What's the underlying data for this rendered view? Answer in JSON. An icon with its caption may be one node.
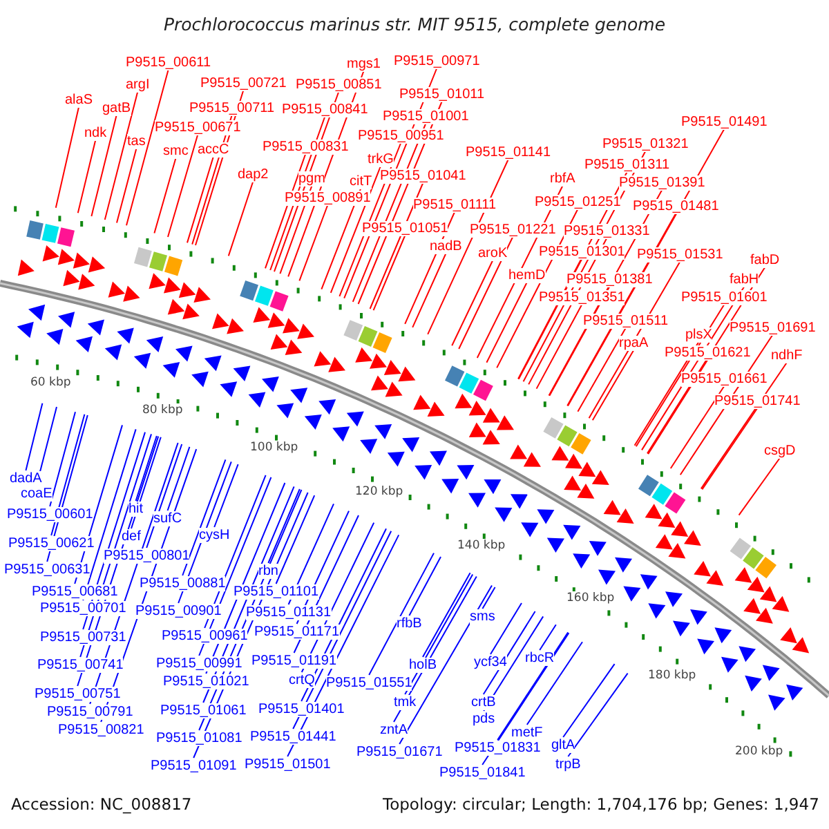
{
  "diagram": {
    "title": "Prochlorococcus marinus str. MIT 9515, complete genome",
    "nodes": [
      {
        "text": [
          "alaS"
        ]
      },
      {
        "text": [
          "P9515_00611"
        ]
      },
      {
        "text": [
          "argI"
        ]
      },
      {
        "text": [
          "gatB"
        ]
      },
      {
        "text": [
          "ndk"
        ]
      },
      {
        "text": [
          "tas"
        ]
      },
      {
        "text": [
          "P9515_00671"
        ]
      },
      {
        "text": [
          "smc"
        ]
      },
      {
        "text": [
          "accC"
        ]
      },
      {
        "text": [
          "P9515_00721"
        ]
      },
      {
        "text": [
          "P9515_00711"
        ]
      },
      {
        "text": [
          "dap2"
        ]
      },
      {
        "text": [
          "P9515_00831"
        ]
      },
      {
        "text": [
          "P9515_00841"
        ]
      },
      {
        "text": [
          "P9515_00851"
        ]
      },
      {
        "text": [
          "mgs1"
        ]
      },
      {
        "text": [
          "pgm"
        ]
      },
      {
        "text": [
          "P9515_00891"
        ]
      },
      {
        "text": [
          "citT"
        ]
      },
      {
        "text": [
          "trkG"
        ]
      },
      {
        "text": [
          "P9515_00971"
        ]
      },
      {
        "text": [
          "P9515_01011"
        ]
      },
      {
        "text": [
          "P9515_01001"
        ]
      },
      {
        "text": [
          "P9515_00951"
        ]
      },
      {
        "text": [
          "P9515_01041"
        ]
      },
      {
        "text": [
          "P9515_01141"
        ]
      },
      {
        "text": [
          "P9515_01111"
        ]
      },
      {
        "text": [
          "P9515_01051"
        ]
      },
      {
        "text": [
          "nadB"
        ]
      },
      {
        "text": [
          "P9515_01221"
        ]
      },
      {
        "text": [
          "aroK"
        ]
      },
      {
        "text": [
          "rbfA"
        ]
      },
      {
        "text": [
          "P9515_01251"
        ]
      },
      {
        "text": [
          "P9515_01321"
        ]
      },
      {
        "text": [
          "P9515_01311"
        ]
      },
      {
        "text": [
          "P9515_01391"
        ]
      },
      {
        "text": [
          "P9515_01481"
        ]
      },
      {
        "text": [
          "P9515_01491"
        ]
      },
      {
        "text": [
          "P9515_01331"
        ]
      },
      {
        "text": [
          "P9515_01301"
        ]
      },
      {
        "text": [
          "hemD"
        ]
      },
      {
        "text": [
          "P9515_01381"
        ]
      },
      {
        "text": [
          "P9515_01531"
        ]
      },
      {
        "text": [
          "P9515_01351"
        ]
      },
      {
        "text": [
          "fabD"
        ]
      },
      {
        "text": [
          "fabH"
        ]
      },
      {
        "text": [
          "P9515_01601"
        ]
      },
      {
        "text": [
          "P9515_01511"
        ]
      },
      {
        "text": [
          "rpaA"
        ]
      },
      {
        "text": [
          "plsX"
        ]
      },
      {
        "text": [
          "P9515_01691"
        ]
      },
      {
        "text": [
          "P9515_01621"
        ]
      },
      {
        "text": [
          "ndhF"
        ]
      },
      {
        "text": [
          "P9515_01661"
        ]
      },
      {
        "text": [
          "P9515_01741"
        ]
      },
      {
        "text": [
          "csgD"
        ]
      },
      {
        "text": [
          "dadA"
        ]
      },
      {
        "text": [
          "coaE"
        ]
      },
      {
        "text": [
          "P9515_00601"
        ]
      },
      {
        "text": [
          "hit"
        ]
      },
      {
        "text": [
          "sufC"
        ]
      },
      {
        "text": [
          "def"
        ]
      },
      {
        "text": [
          "cysH"
        ]
      },
      {
        "text": [
          "P9515_00621"
        ]
      },
      {
        "text": [
          "P9515_00801"
        ]
      },
      {
        "text": [
          "P9515_00631"
        ]
      },
      {
        "text": [
          "rbn"
        ]
      },
      {
        "text": [
          "P9515_00881"
        ]
      },
      {
        "text": [
          "P9515_01101"
        ]
      },
      {
        "text": [
          "P9515_00681"
        ]
      },
      {
        "text": [
          "P9515_00701"
        ]
      },
      {
        "text": [
          "P9515_00901"
        ]
      },
      {
        "text": [
          "P9515_01131"
        ]
      },
      {
        "text": [
          "sms"
        ]
      },
      {
        "text": [
          "rfbB"
        ]
      },
      {
        "text": [
          "P9515_01171"
        ]
      },
      {
        "text": [
          "P9515_00961"
        ]
      },
      {
        "text": [
          "P9515_00731"
        ]
      },
      {
        "text": [
          "rbcR"
        ]
      },
      {
        "text": [
          "P9515_01191"
        ]
      },
      {
        "text": [
          "ycf34"
        ]
      },
      {
        "text": [
          "P9515_00991"
        ]
      },
      {
        "text": [
          "holB"
        ]
      },
      {
        "text": [
          "P9515_00741"
        ]
      },
      {
        "text": [
          "crtQ"
        ]
      },
      {
        "text": [
          "P9515_01021"
        ]
      },
      {
        "text": [
          "P9515_01551"
        ]
      },
      {
        "text": [
          "P9515_00751"
        ]
      },
      {
        "text": [
          "tmk"
        ]
      },
      {
        "text": [
          "crtB"
        ]
      },
      {
        "text": [
          "P9515_01401"
        ]
      },
      {
        "text": [
          "P9515_01061"
        ]
      },
      {
        "text": [
          "P9515_00791"
        ]
      },
      {
        "text": [
          "pds"
        ]
      },
      {
        "text": [
          "zntA"
        ]
      },
      {
        "text": [
          "P9515_00821"
        ]
      },
      {
        "text": [
          "metF"
        ]
      },
      {
        "text": [
          "P9515_01441"
        ]
      },
      {
        "text": [
          "P9515_01081"
        ]
      },
      {
        "text": [
          "gltA"
        ]
      },
      {
        "text": [
          "P9515_01831"
        ]
      },
      {
        "text": [
          "P9515_01671"
        ]
      },
      {
        "text": [
          "P9515_01501"
        ]
      },
      {
        "text": [
          "P9515_01091"
        ]
      },
      {
        "text": [
          "trpB"
        ]
      },
      {
        "text": [
          "P9515_01841"
        ]
      }
    ],
    "edges": [
      {
        "from": 0,
        "to": null,
        "arrow": "none"
      },
      {
        "from": 1,
        "to": null,
        "arrow": "none"
      },
      {
        "from": 2,
        "to": null,
        "arrow": "none"
      },
      {
        "from": 3,
        "to": null,
        "arrow": "none"
      },
      {
        "from": 4,
        "to": null,
        "arrow": "none"
      },
      {
        "from": 5,
        "to": null,
        "arrow": "none"
      },
      {
        "from": 6,
        "to": null,
        "arrow": "none"
      },
      {
        "from": 7,
        "to": null,
        "arrow": "none"
      },
      {
        "from": 8,
        "to": null,
        "arrow": "none"
      },
      {
        "from": 9,
        "to": null,
        "arrow": "none"
      },
      {
        "from": 10,
        "to": null,
        "arrow": "none"
      },
      {
        "from": 11,
        "to": null,
        "arrow": "none"
      },
      {
        "from": 12,
        "to": null,
        "arrow": "none"
      },
      {
        "from": 13,
        "to": null,
        "arrow": "none"
      },
      {
        "from": 14,
        "to": null,
        "arrow": "none"
      },
      {
        "from": 15,
        "to": null,
        "arrow": "none"
      },
      {
        "from": 16,
        "to": null,
        "arrow": "none"
      },
      {
        "from": 17,
        "to": null,
        "arrow": "none"
      },
      {
        "from": 18,
        "to": null,
        "arrow": "none"
      },
      {
        "from": 19,
        "to": null,
        "arrow": "none"
      },
      {
        "from": 20,
        "to": null,
        "arrow": "none"
      },
      {
        "from": 21,
        "to": null,
        "arrow": "none"
      },
      {
        "from": 22,
        "to": null,
        "arrow": "none"
      },
      {
        "from": 23,
        "to": null,
        "arrow": "none"
      },
      {
        "from": 24,
        "to": null,
        "arrow": "none"
      },
      {
        "from": 25,
        "to": null,
        "arrow": "none"
      },
      {
        "from": 26,
        "to": null,
        "arrow": "none"
      },
      {
        "from": 27,
        "to": null,
        "arrow": "none"
      },
      {
        "from": 28,
        "to": null,
        "arrow": "none"
      },
      {
        "from": 29,
        "to": null,
        "arrow": "none"
      },
      {
        "from": 30,
        "to": null,
        "arrow": "none"
      },
      {
        "from": 31,
        "to": null,
        "arrow": "none"
      },
      {
        "from": 32,
        "to": null,
        "arrow": "none"
      },
      {
        "from": 33,
        "to": null,
        "arrow": "none"
      },
      {
        "from": 34,
        "to": null,
        "arrow": "none"
      },
      {
        "from": 35,
        "to": null,
        "arrow": "none"
      },
      {
        "from": 36,
        "to": null,
        "arrow": "none"
      },
      {
        "from": 37,
        "to": null,
        "arrow": "none"
      },
      {
        "from": 38,
        "to": null,
        "arrow": "none"
      },
      {
        "from": 39,
        "to": null,
        "arrow": "none"
      },
      {
        "from": 40,
        "to": null,
        "arrow": "none"
      },
      {
        "from": 41,
        "to": null,
        "arrow": "none"
      },
      {
        "from": 42,
        "to": null,
        "arrow": "none"
      },
      {
        "from": 43,
        "to": null,
        "arrow": "none"
      },
      {
        "from": 44,
        "to": null,
        "arrow": "none"
      },
      {
        "from": 45,
        "to": null,
        "arrow": "none"
      },
      {
        "from": 46,
        "to": null,
        "arrow": "none"
      },
      {
        "from": 47,
        "to": null,
        "arrow": "none"
      },
      {
        "from": 48,
        "to": null,
        "arrow": "none"
      },
      {
        "from": 49,
        "to": null,
        "arrow": "none"
      },
      {
        "from": 50,
        "to": null,
        "arrow": "none"
      },
      {
        "from": 51,
        "to": null,
        "arrow": "none"
      },
      {
        "from": 52,
        "to": null,
        "arrow": "none"
      },
      {
        "from": 53,
        "to": null,
        "arrow": "none"
      },
      {
        "from": 54,
        "to": null,
        "arrow": "none"
      },
      {
        "from": 55,
        "to": null,
        "arrow": "none"
      },
      {
        "from": 56,
        "to": null,
        "arrow": "none",
        "color": "#0000ff"
      },
      {
        "from": 57,
        "to": null,
        "arrow": "none",
        "color": "#0000ff"
      },
      {
        "from": 58,
        "to": null,
        "arrow": "none",
        "color": "#0000ff"
      },
      {
        "from": 59,
        "to": null,
        "arrow": "none",
        "color": "#0000ff"
      },
      {
        "from": 60,
        "to": null,
        "arrow": "none",
        "color": "#0000ff"
      },
      {
        "from": 61,
        "to": null,
        "arrow": "none",
        "color": "#0000ff"
      },
      {
        "from": 62,
        "to": null,
        "arrow": "none",
        "color": "#0000ff"
      },
      {
        "from": 63,
        "to": null,
        "arrow": "none",
        "color": "#0000ff"
      },
      {
        "from": 64,
        "to": null,
        "arrow": "none",
        "color": "#0000ff"
      },
      {
        "from": 65,
        "to": null,
        "arrow": "none",
        "color": "#0000ff"
      },
      {
        "from": 66,
        "to": null,
        "arrow": "none",
        "color": "#0000ff"
      },
      {
        "from": 67,
        "to": null,
        "arrow": "none",
        "color": "#0000ff"
      },
      {
        "from": 68,
        "to": null,
        "arrow": "none",
        "color": "#0000ff"
      },
      {
        "from": 69,
        "to": null,
        "arrow": "none",
        "color": "#0000ff"
      },
      {
        "from": 70,
        "to": null,
        "arrow": "none",
        "color": "#0000ff"
      },
      {
        "from": 71,
        "to": null,
        "arrow": "none",
        "color": "#0000ff"
      },
      {
        "from": 72,
        "to": null,
        "arrow": "none",
        "color": "#0000ff"
      },
      {
        "from": 73,
        "to": null,
        "arrow": "none",
        "color": "#0000ff"
      },
      {
        "from": 74,
        "to": null,
        "arrow": "none",
        "color": "#0000ff"
      },
      {
        "from": 75,
        "to": null,
        "arrow": "none",
        "color": "#0000ff"
      },
      {
        "from": 76,
        "to": null,
        "arrow": "none",
        "color": "#0000ff"
      },
      {
        "from": 77,
        "to": null,
        "arrow": "none",
        "color": "#0000ff"
      },
      {
        "from": 78,
        "to": null,
        "arrow": "none",
        "color": "#0000ff"
      },
      {
        "from": 79,
        "to": null,
        "arrow": "none",
        "color": "#0000ff"
      },
      {
        "from": 80,
        "to": null,
        "arrow": "none",
        "color": "#0000ff"
      },
      {
        "from": 81,
        "to": null,
        "arrow": "none",
        "color": "#0000ff"
      },
      {
        "from": 82,
        "to": null,
        "arrow": "none",
        "color": "#0000ff"
      },
      {
        "from": 83,
        "to": null,
        "arrow": "none",
        "color": "#0000ff"
      },
      {
        "from": 84,
        "to": null,
        "arrow": "none",
        "color": "#0000ff"
      },
      {
        "from": 85,
        "to": null,
        "arrow": "none",
        "color": "#0000ff"
      },
      {
        "from": 86,
        "to": null,
        "arrow": "none",
        "color": "#0000ff"
      },
      {
        "from": 87,
        "to": null,
        "arrow": "none",
        "color": "#0000ff"
      },
      {
        "from": 88,
        "to": null,
        "arrow": "none",
        "color": "#0000ff"
      },
      {
        "from": 89,
        "to": null,
        "arrow": "none",
        "color": "#0000ff"
      },
      {
        "from": 90,
        "to": null,
        "arrow": "none",
        "color": "#0000ff"
      },
      {
        "from": 91,
        "to": null,
        "arrow": "none",
        "color": "#0000ff"
      },
      {
        "from": 92,
        "to": null,
        "arrow": "none",
        "color": "#0000ff"
      },
      {
        "from": 93,
        "to": null,
        "arrow": "none",
        "color": "#0000ff"
      },
      {
        "from": 94,
        "to": null,
        "arrow": "none",
        "color": "#0000ff"
      },
      {
        "from": 95,
        "to": null,
        "arrow": "none",
        "color": "#0000ff"
      },
      {
        "from": 96,
        "to": null,
        "arrow": "none",
        "color": "#0000ff"
      },
      {
        "from": 97,
        "to": null,
        "arrow": "none",
        "color": "#0000ff"
      },
      {
        "from": 98,
        "to": null,
        "arrow": "none",
        "color": "#0000ff"
      },
      {
        "from": 99,
        "to": null,
        "arrow": "none",
        "color": "#0000ff"
      },
      {
        "from": 100,
        "to": null,
        "arrow": "none",
        "color": "#0000ff"
      },
      {
        "from": 101,
        "to": null,
        "arrow": "none",
        "color": "#0000ff"
      },
      {
        "from": 102,
        "to": null,
        "arrow": "none",
        "color": "#0000ff"
      },
      {
        "from": 103,
        "to": null,
        "arrow": "none",
        "color": "#0000ff"
      },
      {
        "from": 104,
        "to": null,
        "arrow": "none",
        "color": "#0000ff"
      },
      {
        "from": 105,
        "to": null,
        "arrow": "none",
        "color": "#0000ff"
      }
    ],
    "labels": [
      "60 kbp",
      "80 kbp",
      "100 kbp",
      "120 kbp",
      "140 kbp",
      "160 kbp",
      "180 kbp",
      "200 kbp",
      "Accession: NC_008817",
      "Topology: circular; Length: 1,704,176 bp; Genes: 1,947"
    ]
  }
}
